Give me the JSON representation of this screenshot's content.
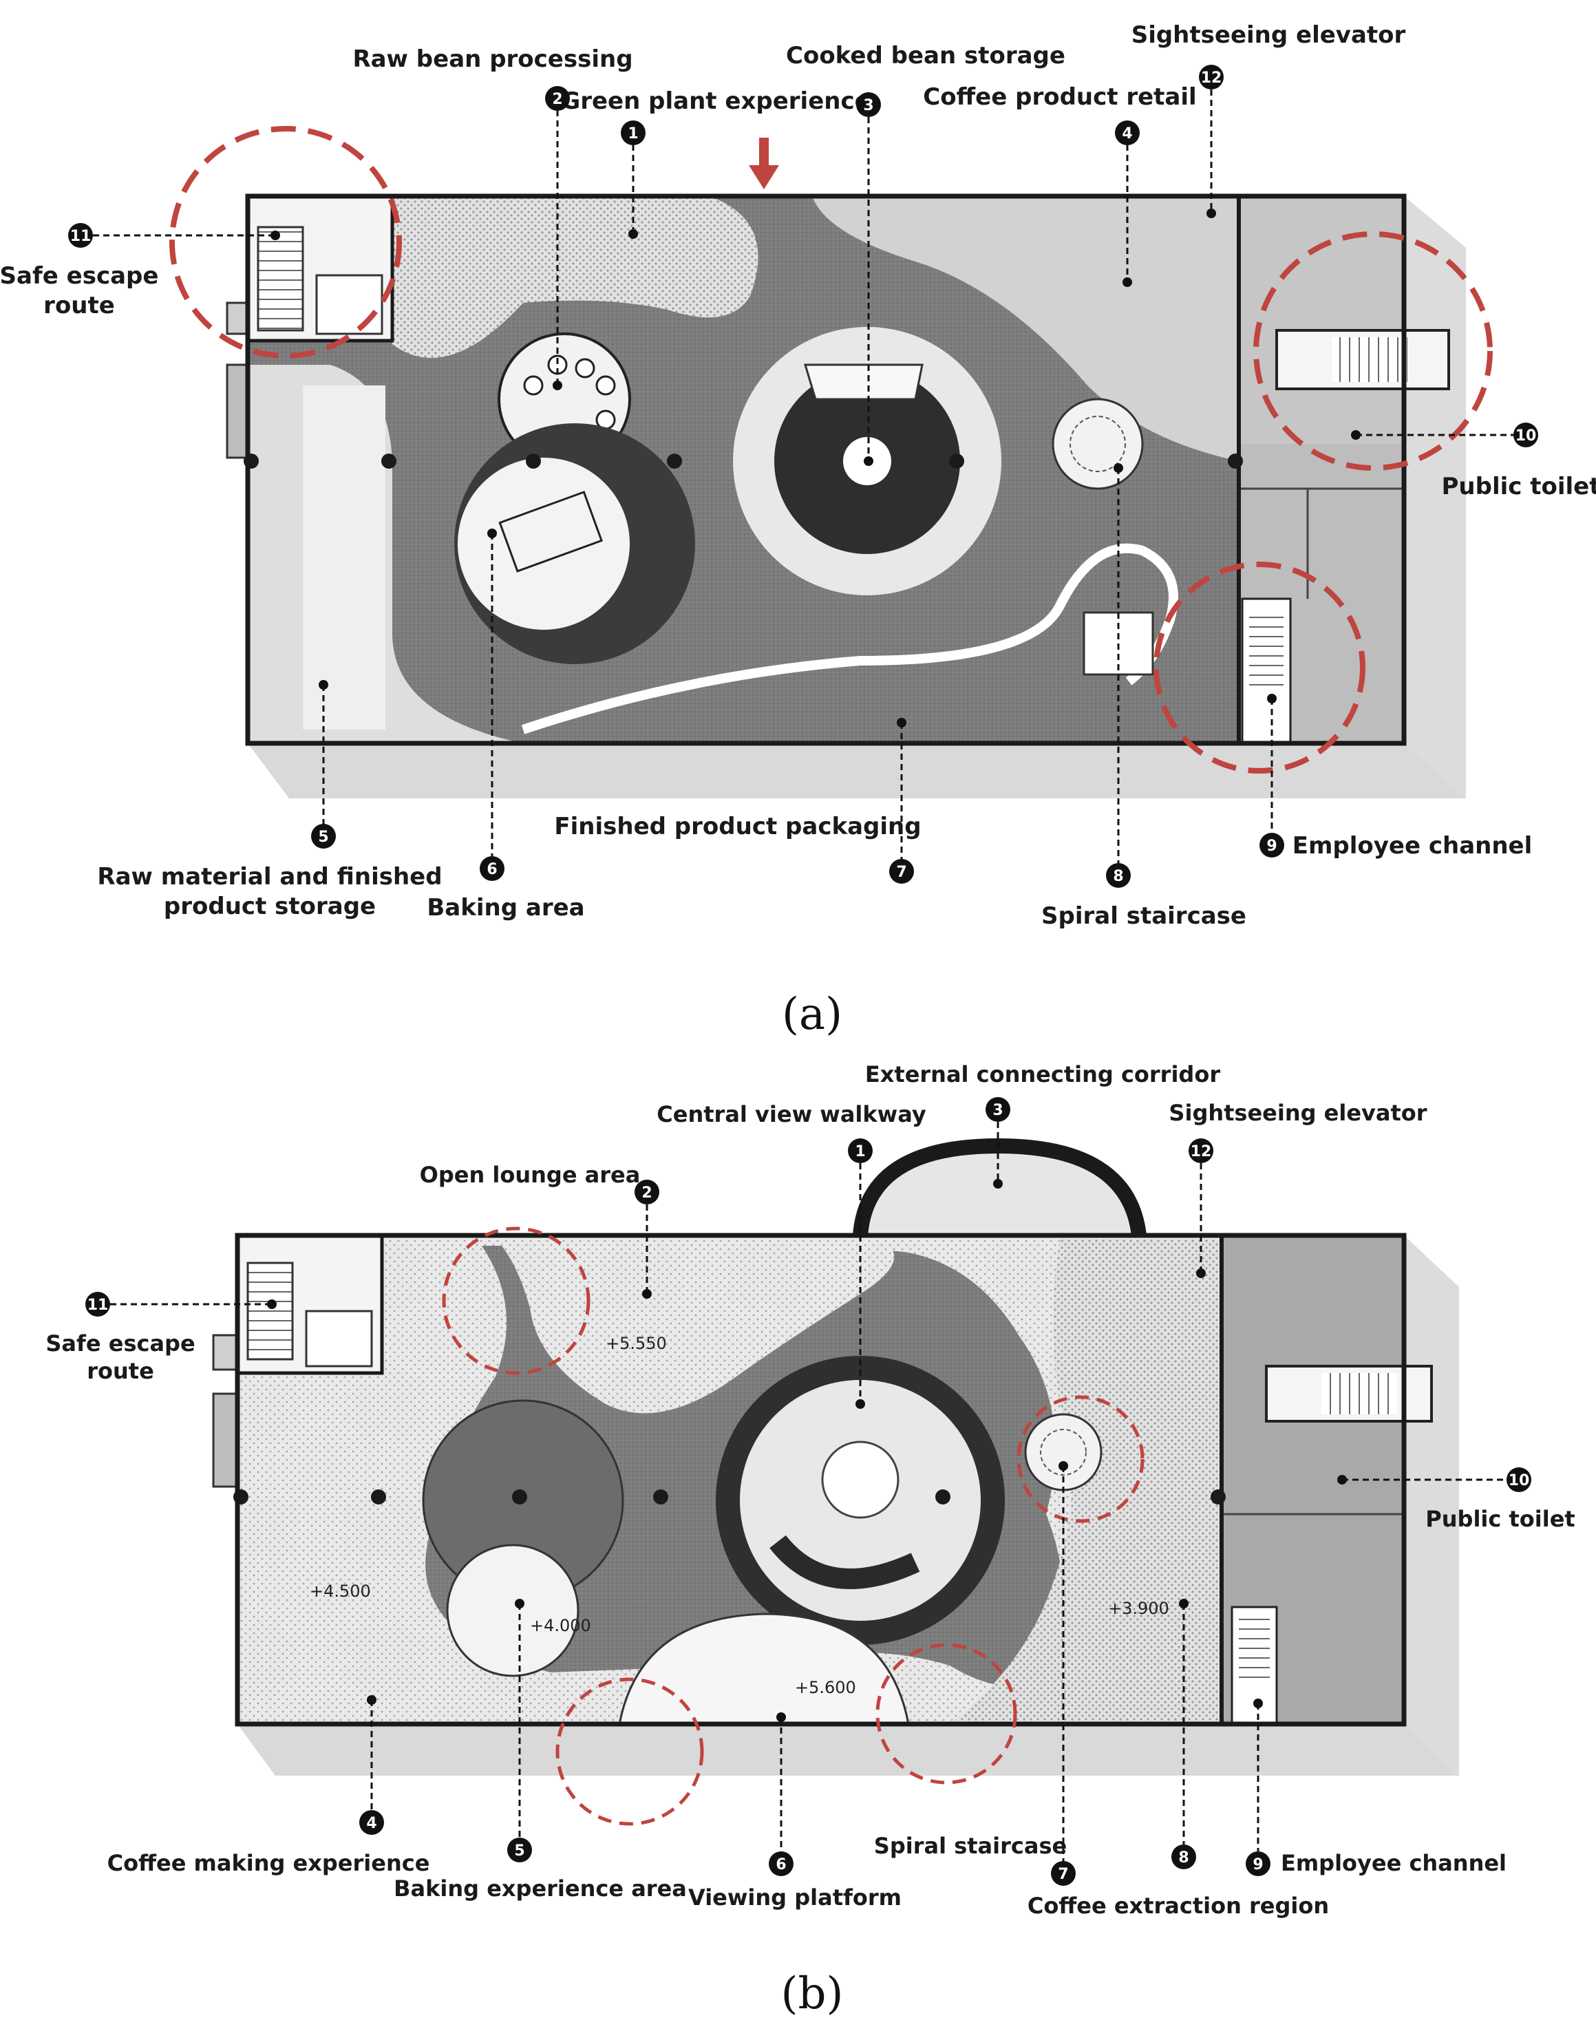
{
  "plan_a": {
    "caption": "(a)",
    "labels": {
      "l1": "Green plant experience",
      "l2": "Raw bean processing",
      "l3": "Cooked bean storage",
      "l4": "Coffee product retail",
      "l5a": "Raw material and finished",
      "l5b": "product storage",
      "l6": "Baking area",
      "l7": "Finished product packaging",
      "l8": "Spiral staircase",
      "l9": "Employee channel",
      "l10": "Public toilet",
      "l11a": "Safe escape",
      "l11b": "route",
      "l12": "Sightseeing elevator"
    },
    "markers": [
      "1",
      "2",
      "3",
      "4",
      "5",
      "6",
      "7",
      "8",
      "9",
      "10",
      "11",
      "12"
    ]
  },
  "plan_b": {
    "caption": "(b)",
    "labels": {
      "l1": "Central view walkway",
      "l2": "Open lounge area",
      "l3": "External connecting corridor",
      "l4": "Coffee making experience",
      "l5": "Baking experience area",
      "l6": "Viewing platform",
      "l7a": "Spiral staircase",
      "l7b": "Coffee extraction region",
      "l9": "Employee channel",
      "l10": "Public toilet",
      "l11a": "Safe escape",
      "l11b": "route",
      "l12": "Sightseeing elevator"
    },
    "elevations": {
      "e1": "+5.550",
      "e2": "+4.500",
      "e3": "+4.000",
      "e4": "+5.600",
      "e5": "+3.900"
    },
    "markers": [
      "1",
      "2",
      "3",
      "4",
      "5",
      "6",
      "7",
      "8",
      "9",
      "10",
      "11",
      "12"
    ]
  },
  "colors": {
    "accent_red": "#c0443f",
    "dark_floor": "#7a7a7a",
    "light_floor": "#d4d4d4",
    "wall": "#1a1a1a"
  },
  "icons": [
    "entrance-arrow-icon"
  ]
}
